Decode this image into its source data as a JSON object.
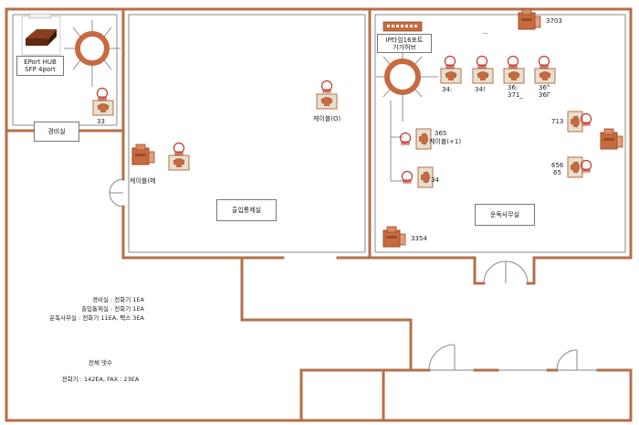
{
  "rooms": {
    "guard_room": "경비실",
    "control_room": "출입통제실",
    "operations_office": "운독사무실"
  },
  "devices": {
    "eport_hub": "EPort HUB\nSFP 4port",
    "ip_hub": "IP타임16포트\n기가허브"
  },
  "cable_labels": {
    "control_cable": "케이블(메",
    "guard_cable": "케이블(O)",
    "office_cable": "케이블(+1)"
  },
  "phone_numbers": {
    "guard_desk": "33",
    "n3703": "3703",
    "n34a": "34:",
    "n34b": "34!",
    "n36a": "36:",
    "n371": "371_",
    "n36b": "36°",
    "n36c": "36Γ",
    "n713": "713",
    "n365": "365",
    "n34c": "34",
    "n656": "656",
    "n65": "65",
    "n3354": "3354",
    "dots": "..."
  },
  "legend": {
    "line1": "경비실 : 전화기 1EA",
    "line2": "출입통제실 : 전화기 1EA",
    "line3": "운독사무실 : 전화기 11EA, 팩스 3EA"
  },
  "summary": {
    "title": "전체 댓수",
    "totals": "전화기 : 142EA, FAX : 23EA"
  },
  "colors": {
    "wall": "#b5704a",
    "device_fill": "#c86a3f",
    "device_stroke": "#9c4d28",
    "phone_fill": "#e7e0cf",
    "thin_wall": "#8a8a8a"
  }
}
